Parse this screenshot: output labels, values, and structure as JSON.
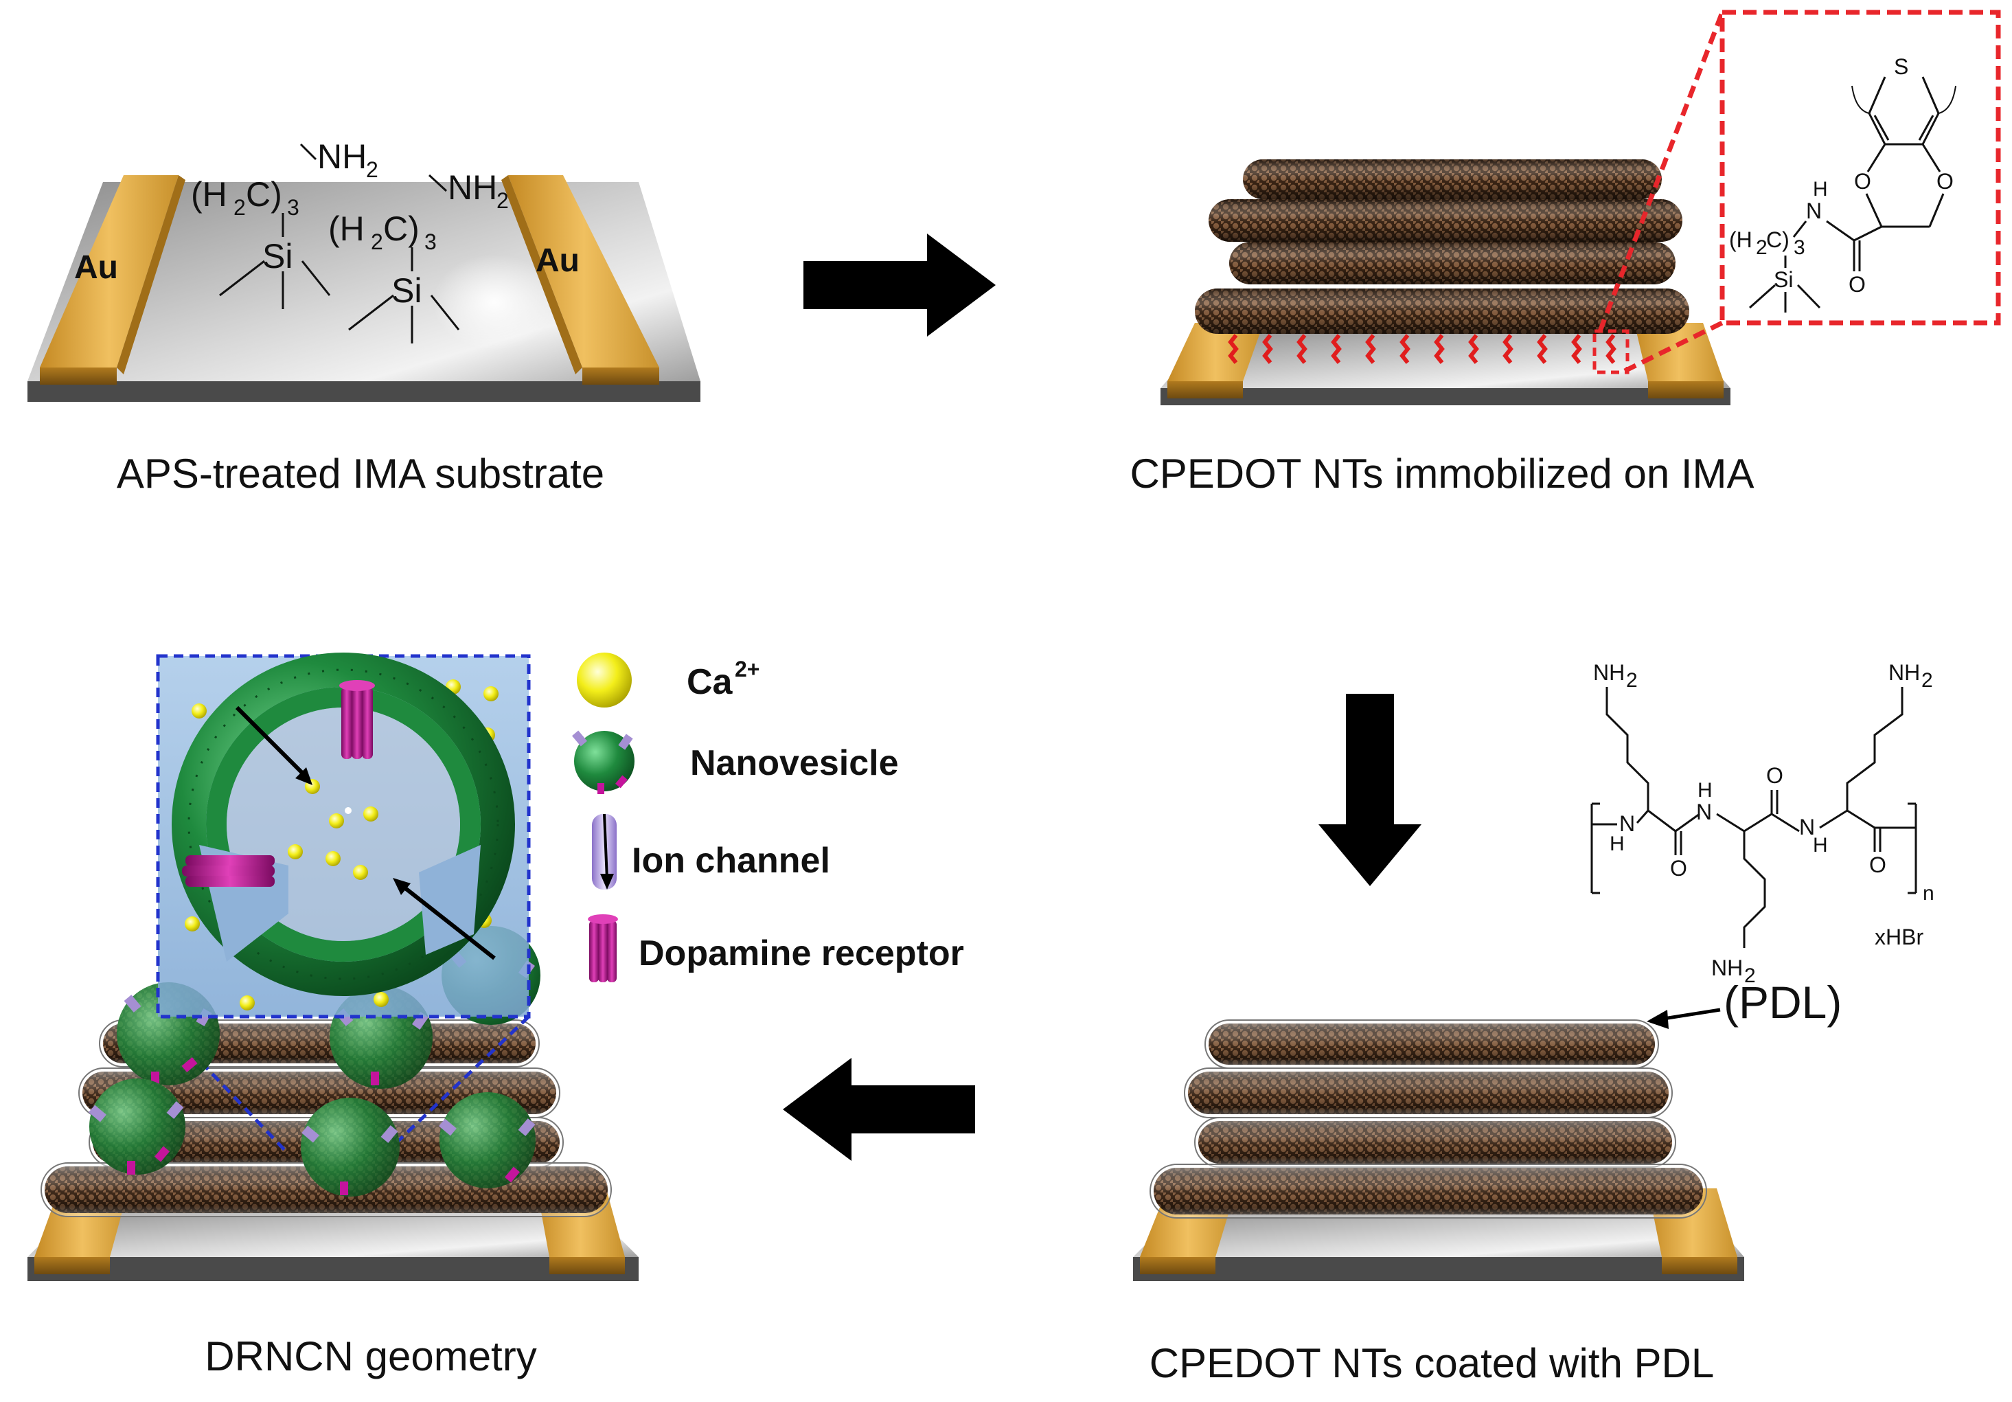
{
  "captions": {
    "step1": "APS-treated IMA substrate",
    "step2": "CPEDOT NTs immobilized on IMA",
    "step3": "CPEDOT NTs coated with PDL",
    "step4": "DRNCN geometry"
  },
  "substrate": {
    "electrode_left": "Au",
    "electrode_right": "Au"
  },
  "aps_molecule": {
    "amine_1": "NH",
    "amine_2": "NH",
    "sub_2": "2",
    "chain_1": "(H",
    "chain_2": "C)",
    "chain_3": "3",
    "silicon": "Si"
  },
  "cpedot_inset": {
    "sulfur": "S",
    "oxygen_1": "O",
    "oxygen_2": "O",
    "amide_h": "H",
    "amide_n": "N",
    "carbonyl_o": "O",
    "chain_label": "(H",
    "chain_2": "C)",
    "sub_2": "2",
    "sub_3": "3",
    "silicon": "Si"
  },
  "pdl_structure": {
    "nh2_top_left": "NH",
    "nh2_top_right": "NH",
    "nh2_bottom": "NH",
    "sub_2": "2",
    "nh_1_n": "N",
    "nh_1_h": "H",
    "nh_2_n": "N",
    "nh_2_h": "H",
    "nh_3_n": "N",
    "nh_3_h": "H",
    "o_1": "O",
    "o_2": "O",
    "o_3": "O",
    "repeat_n": "n",
    "salt": "xHBr",
    "label": "(PDL)"
  },
  "legend": {
    "calcium": "Ca",
    "calcium_charge": "2+",
    "nanovesicle": "Nanovesicle",
    "ion_channel": "Ion channel",
    "receptor": "Dopamine receptor"
  },
  "colors": {
    "gold": "#d8a23a",
    "inset_border": "#e8262b",
    "linker": "#e11d1d",
    "nanotube": "#5a3a24",
    "vesicle": "#1f8a3e",
    "calcium": "#f3ee1a",
    "receptor": "#c4149c",
    "channel": "#a58fd3",
    "zoom_border": "#2233cc"
  }
}
